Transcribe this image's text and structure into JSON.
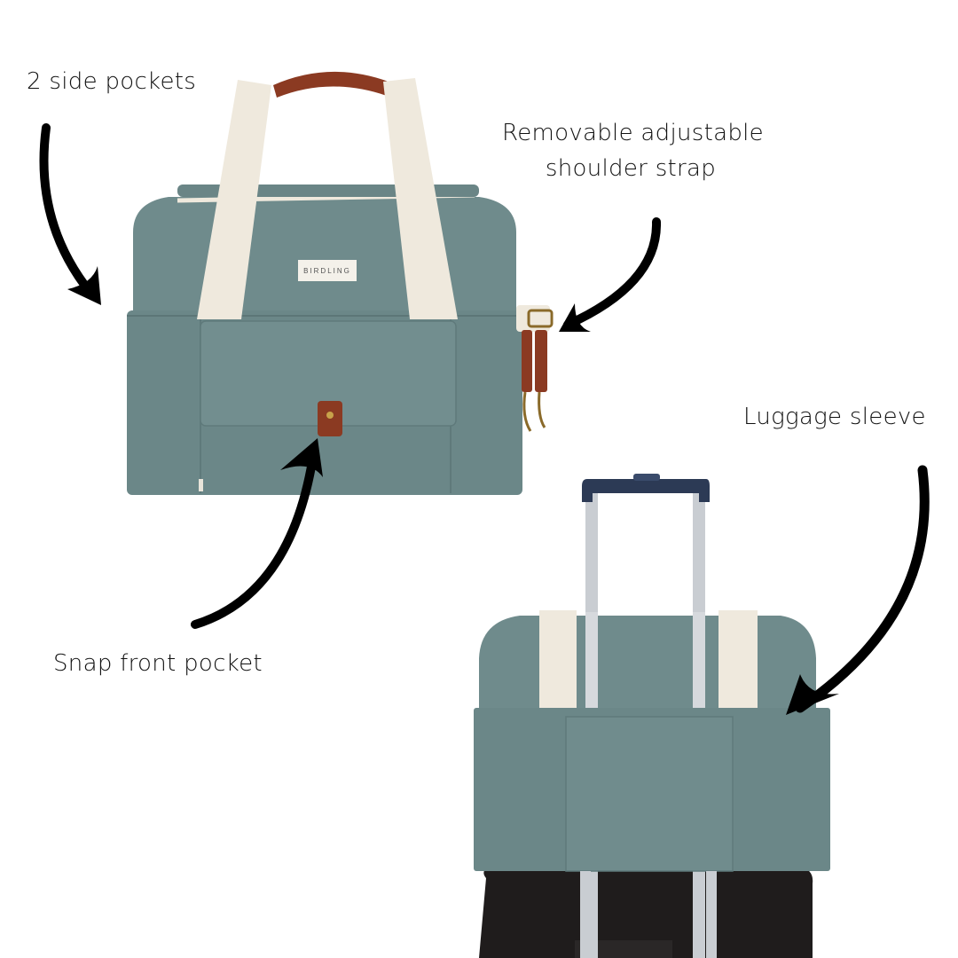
{
  "callouts": {
    "side_pockets": "2 side pockets",
    "strap_line1": "Removable adjustable",
    "strap_line2": "shoulder strap",
    "front_pocket": "Snap front pocket",
    "luggage_sleeve": "Luggage sleeve"
  },
  "product": {
    "brand_label": "BIRDLING"
  },
  "colors": {
    "canvas": "#6f8b8c",
    "canvas_dark": "#5f7a7b",
    "strap": "#efe9dd",
    "leather": "#8b3a22",
    "handle_navy": "#2c3a55",
    "pole": "#c9cdd2",
    "suitcase": "#1f1c1c",
    "arrow": "#000000"
  }
}
